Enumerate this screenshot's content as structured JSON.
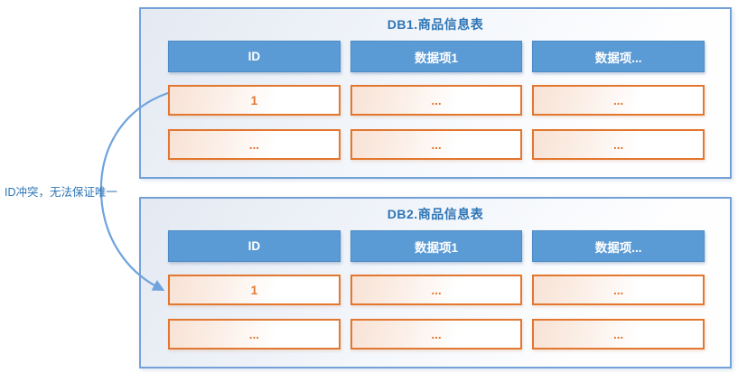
{
  "diagram": {
    "annotation_label": "ID冲突，无法保证唯一",
    "tables": [
      {
        "title": "DB1.商品信息表",
        "headers": [
          "ID",
          "数据项1",
          "数据项..."
        ],
        "rows": [
          [
            "1",
            "...",
            "..."
          ],
          [
            "...",
            "...",
            "..."
          ]
        ]
      },
      {
        "title": "DB2.商品信息表",
        "headers": [
          "ID",
          "数据项1",
          "数据项..."
        ],
        "rows": [
          [
            "1",
            "...",
            "..."
          ],
          [
            "...",
            "...",
            "..."
          ]
        ]
      }
    ],
    "colors": {
      "header_fill": "#5B9BD5",
      "title_text": "#2E75B6",
      "container_border": "#74A2D8",
      "cell_border": "#E2772F",
      "cell_text": "#E2772F",
      "arrow": "#6FA3DC",
      "annotation_text": "#2E75B6"
    }
  }
}
